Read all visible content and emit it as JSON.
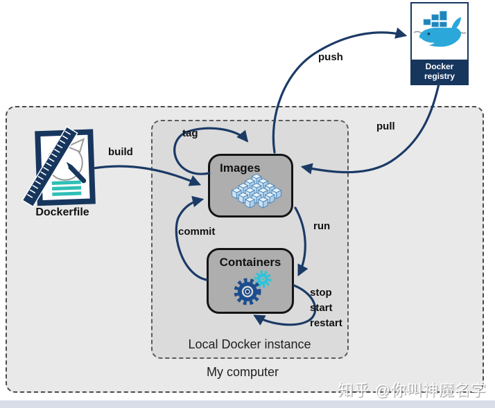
{
  "diagram": {
    "outer_box_label": "My computer",
    "inner_box_label": "Local Docker instance",
    "nodes": {
      "dockerfile": {
        "label": "Dockerfile",
        "icon": "dockerfile-document-icon"
      },
      "images": {
        "label": "Images",
        "icon": "stacked-cubes-icon"
      },
      "containers": {
        "label": "Containers",
        "icon": "gears-icon"
      },
      "registry": {
        "label_line1": "Docker",
        "label_line2": "registry",
        "icon": "docker-whale-icon"
      }
    },
    "edges": {
      "build": "build",
      "tag": "tag",
      "push": "push",
      "pull": "pull",
      "run": "run",
      "commit": "commit",
      "stop": "stop",
      "start": "start",
      "restart": "restart"
    },
    "colors": {
      "arrow": "#1b3a66",
      "outer_fill": "#e9e9e9",
      "inner_fill": "#dbdbdb",
      "node_fill": "#aeaeae",
      "node_border": "#141414",
      "registry_navy": "#17365d",
      "dockerfile_teal": "#2fbfb7",
      "whale_blue": "#2ba7d9",
      "gear_blue": "#1b4e8f",
      "gear_cyan": "#2cc5da",
      "bottom_bar": "#d8dde8"
    },
    "watermark": "知乎 @你叫神魔名字"
  }
}
